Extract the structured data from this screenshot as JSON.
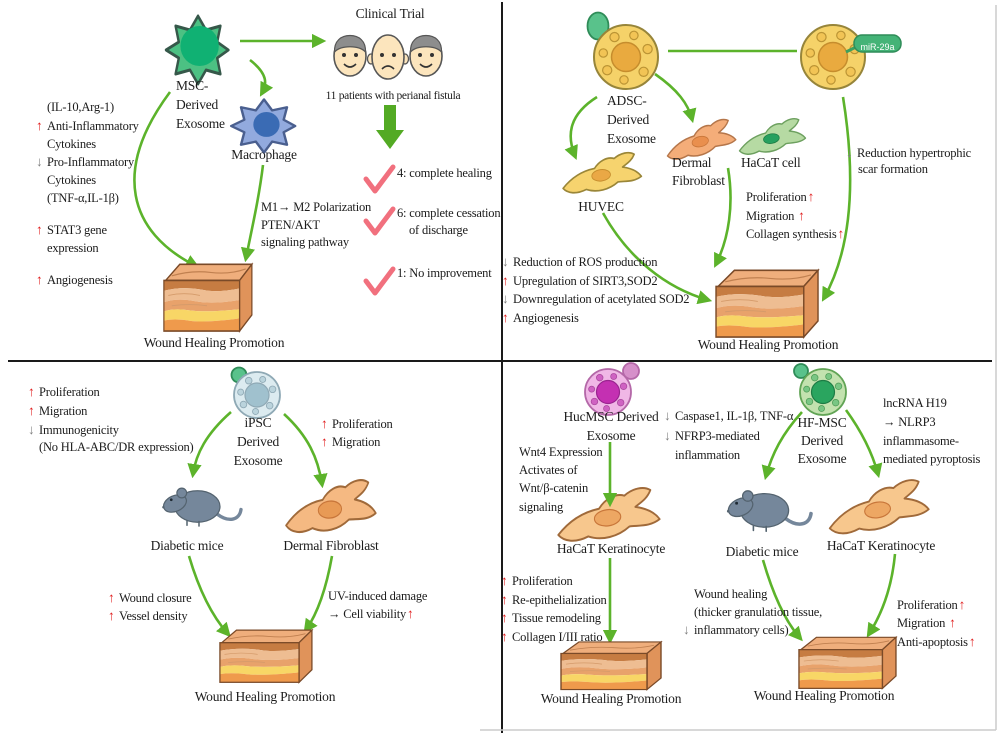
{
  "colors": {
    "arrow_green": "#5cb32b",
    "check_pink": "#f1707e",
    "up_red": "#e01f1f",
    "down_gray": "#7e7e7e"
  },
  "q1": {
    "clinical_trial": "Clinical Trial",
    "cell": [
      "MSC-",
      "Derived",
      "Exosome"
    ],
    "patients": "11 patients with perianal fistula",
    "macrophage": "Macrophage",
    "stats": [
      {
        "m": "",
        "t": "(IL-10,Arg-1)"
      },
      {
        "m": "↑",
        "t": "Anti-Inflammatory"
      },
      {
        "m": "",
        "t": "Cytokines"
      },
      {
        "m": "↓",
        "t": "Pro-Inflammatory"
      },
      {
        "m": "",
        "t": "Cytokines"
      },
      {
        "m": "",
        "t": "(TNF-α,IL-1β)"
      }
    ],
    "stat3": [
      {
        "m": "↑",
        "t": "STAT3 gene"
      },
      {
        "m": "",
        "t": "expression"
      }
    ],
    "angiogenesis": {
      "m": "↑",
      "t": "Angiogenesis"
    },
    "pathway": [
      "M1→ M2 Polarization",
      "PTEN/AKT",
      "signaling pathway"
    ],
    "outcomes": [
      {
        "t": "4: complete healing"
      },
      {
        "t": "6: complete cessation",
        "t2": "of discharge"
      },
      {
        "t": "1: No improvement"
      }
    ],
    "wound": "Wound Healing Promotion"
  },
  "q2": {
    "cell": [
      "ADSC-",
      "Derived",
      "Exosome"
    ],
    "mir_tag": "miR-29a",
    "huvec": "HUVEC",
    "dermal": [
      "Dermal",
      "Fibroblast"
    ],
    "hacat": "HaCaT cell",
    "effects": [
      {
        "t": "Proliferation",
        "m": "↑"
      },
      {
        "t": "Migration ",
        "m": "↑"
      },
      {
        "t": "Collagen synthesis",
        "m": "↑"
      }
    ],
    "scar": [
      {
        "m": "↓",
        "t": "Reduction hypertrophic"
      },
      {
        "m": "",
        "t": "scar formation"
      }
    ],
    "ros": [
      {
        "m": "↓",
        "t": "Reduction of ROS production"
      },
      {
        "m": "↑",
        "t": "Upregulation of SIRT3,SOD2"
      },
      {
        "m": "↓",
        "t": "Downregulation of acetylated SOD2"
      },
      {
        "m": "↑",
        "t": "Angiogenesis"
      }
    ],
    "wound": "Wound Healing Promotion"
  },
  "q3": {
    "cell": [
      "iPSC",
      "Derived",
      "Exosome"
    ],
    "stats": [
      {
        "m": "↑",
        "t": "Proliferation"
      },
      {
        "m": "↑",
        "t": "Migration"
      },
      {
        "m": "↓",
        "t": "Immunogenicity"
      },
      {
        "m": "",
        "t": "(No HLA-ABC/DR expression)"
      }
    ],
    "fibro_stats": [
      {
        "m": "↑",
        "t": "Proliferation"
      },
      {
        "m": "↑",
        "t": "Migration"
      }
    ],
    "mice": "Diabetic mice",
    "dermal": "Dermal Fibroblast",
    "closure": [
      {
        "m": "↑",
        "t": "Wound closure"
      },
      {
        "m": "↑",
        "t": "Vessel density"
      }
    ],
    "uv": [
      {
        "t": "UV-induced damage",
        "m": ""
      },
      {
        "t": "→ Cell viability",
        "m": "↑"
      }
    ],
    "wound": "Wound Healing Promotion"
  },
  "q4": {
    "hucmsc": [
      "HucMSC Derived",
      "Exosome"
    ],
    "wnt": [
      "Wnt4 Expression",
      "Activates of",
      "Wnt/β-catenin",
      "signaling"
    ],
    "caspase": [
      {
        "m": "↓",
        "t": "Caspase1, IL-1β, TNF-α"
      },
      {
        "m": "↓",
        "t": "NFRP3-mediated"
      },
      {
        "m": "",
        "t": "inflammation"
      }
    ],
    "hfmsc": [
      "HF-MSC",
      "Derived",
      "Exosome"
    ],
    "lncrna": [
      "lncRNA H19",
      "→ NLRP3",
      "inflammasome-",
      "mediated pyroptosis"
    ],
    "hacat1": "HaCaT Keratinocyte",
    "mice": "Diabetic mice",
    "hacat2": "HaCaT Keratinocyte",
    "effects1": [
      {
        "m": "↑",
        "t": "Proliferation"
      },
      {
        "m": "↑",
        "t": "Re-epithelialization"
      },
      {
        "m": "↑",
        "t": "Tissue remodeling"
      },
      {
        "m": "↑",
        "t": "Collagen I/III ratio"
      }
    ],
    "healing": [
      {
        "m": "",
        "t": "Wound healing"
      },
      {
        "m": "",
        "t": "(thicker granulation tissue,"
      },
      {
        "m": "↓",
        "t": "inflammatory cells)"
      }
    ],
    "effects2": [
      {
        "t": "Proliferation",
        "m": "↑"
      },
      {
        "t": "Migration ",
        "m": "↑"
      },
      {
        "t": "Anti-apoptosis",
        "m": "↑"
      }
    ],
    "wound1": "Wound Healing Promotion",
    "wound2": "Wound Healing Promotion"
  }
}
